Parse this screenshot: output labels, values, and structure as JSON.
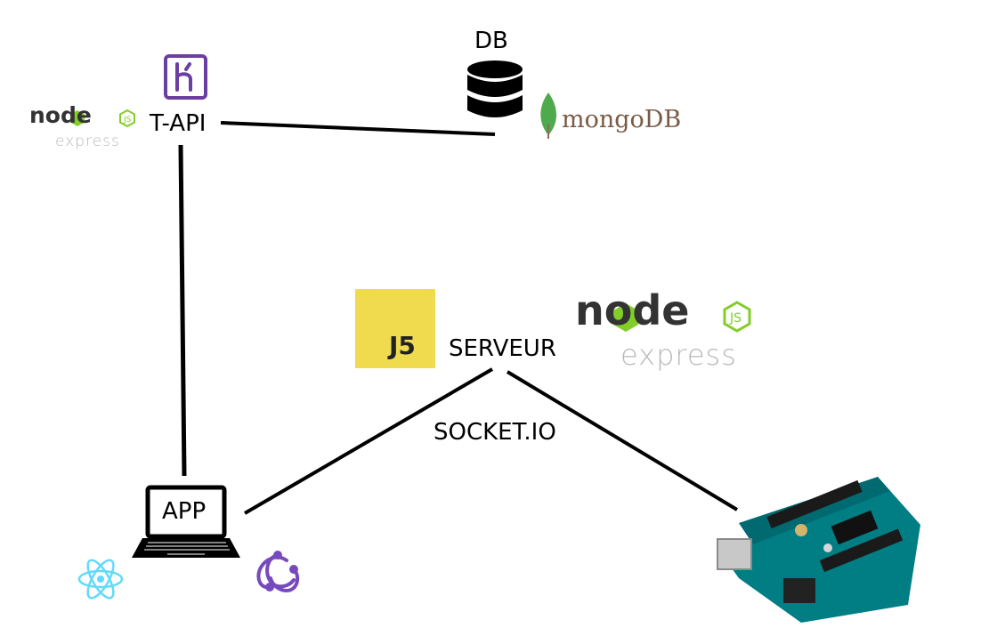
{
  "labels": {
    "db": "DB",
    "t_api": "T-API",
    "serveur": "SERVEUR",
    "socket": "SOCKET.IO",
    "app": "APP"
  },
  "logos": {
    "node_small": "node",
    "express_small": "express",
    "node_large": "node",
    "express_large": "express",
    "mongo": "mongoDB",
    "j5": "J5"
  },
  "icons": [
    "heroku-icon",
    "database-icon",
    "mongodb-leaf-icon",
    "nodejs-logo",
    "express-logo",
    "johnny-five-logo",
    "laptop-icon",
    "react-icon",
    "redux-icon",
    "arduino-board"
  ],
  "colors": {
    "heroku": "#6b3fa0",
    "node_green": "#83cd29",
    "mongo_green": "#4fa94d",
    "mongo_text": "#7a5a44",
    "j5_yellow": "#f0db4f",
    "react": "#61dafb",
    "redux": "#764abc",
    "arduino": "#00979c"
  }
}
